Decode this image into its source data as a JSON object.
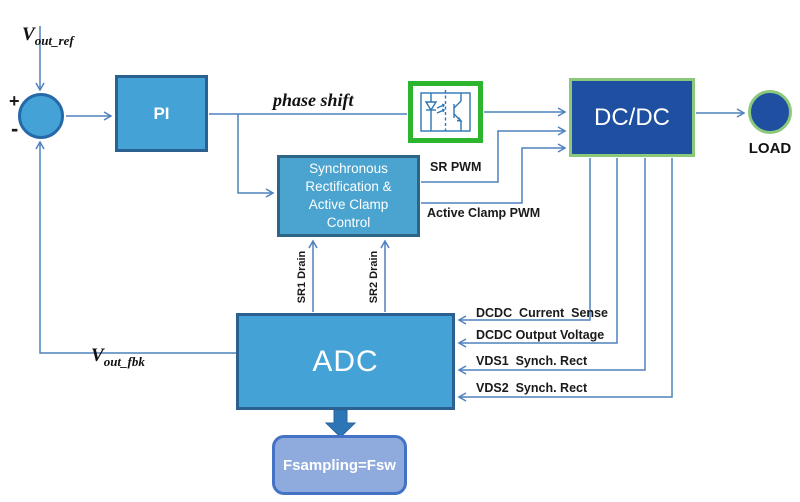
{
  "colors": {
    "block_fill": "#45a2d6",
    "block_border": "#2b6190",
    "dark_blue_fill": "#1e4fa0",
    "green_border_light": "#8cc87a",
    "green_border_bright": "#2db52d",
    "connector": "#4f81bd",
    "fsampling_fill": "#8faadc",
    "fsampling_border": "#4472c4",
    "thick_arrow": "#2e75b6"
  },
  "blocks": {
    "pi": {
      "label": "PI"
    },
    "dcdc": {
      "label": "DC/DC"
    },
    "adc": {
      "label": "ADC"
    },
    "sync_rect": {
      "lines": [
        "Synchronous",
        "Rectification &",
        "Active Clamp",
        "Control"
      ]
    },
    "fsampling": {
      "label": "Fsampling=Fsw"
    },
    "load": {
      "label": "LOAD"
    }
  },
  "summing_junction": {
    "plus": "+",
    "minus": "-"
  },
  "signals": {
    "vout_ref": {
      "base": "V",
      "sub": "out_ref"
    },
    "vout_fbk": {
      "base": "V",
      "sub": "out_fbk"
    },
    "phase_shift": "phase shift",
    "sr_pwm": "SR PWM",
    "active_clamp_pwm": "Active Clamp PWM",
    "sr1_drain": "SR1 Drain",
    "sr2_drain": "SR2 Drain",
    "dcdc_current_sense": "DCDC  Current  Sense",
    "dcdc_output_voltage": "DCDC Output Voltage",
    "vds1_synch_rect": "VDS1  Synch. Rect",
    "vds2_synch_rect": "VDS2  Synch. Rect"
  },
  "icons": {
    "optocoupler": "optocoupler-symbol"
  }
}
